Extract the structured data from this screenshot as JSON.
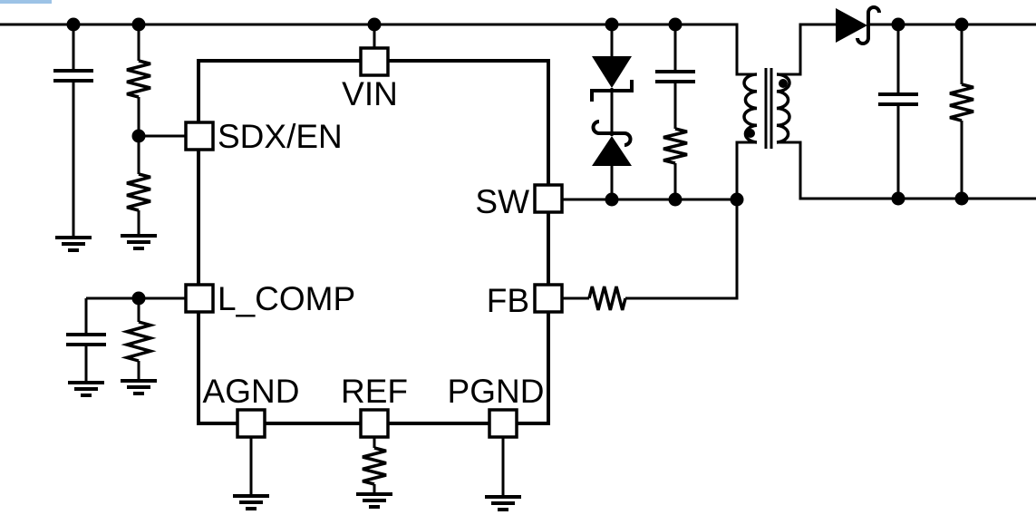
{
  "colors": {
    "wire": "#000000",
    "background": "#FFFFFF",
    "accent_bar": "#9DC3E6"
  },
  "ic": {
    "pins": {
      "vin": "VIN",
      "sdx_en": "SDX/EN",
      "l_comp": "L_COMP",
      "sw": "SW",
      "fb": "FB",
      "agnd": "AGND",
      "ref": "REF",
      "pgnd": "PGND"
    }
  },
  "components": [
    {
      "id": "input-capacitor",
      "type": "capacitor"
    },
    {
      "id": "enable-divider-resistor-top",
      "type": "resistor"
    },
    {
      "id": "enable-divider-resistor-bottom",
      "type": "resistor"
    },
    {
      "id": "lcomp-capacitor",
      "type": "capacitor"
    },
    {
      "id": "lcomp-resistor",
      "type": "resistor"
    },
    {
      "id": "ref-resistor",
      "type": "resistor"
    },
    {
      "id": "clamp-zener-diode",
      "type": "zener-diode"
    },
    {
      "id": "clamp-schottky-diode",
      "type": "schottky-diode"
    },
    {
      "id": "snubber-capacitor",
      "type": "capacitor"
    },
    {
      "id": "snubber-resistor",
      "type": "resistor"
    },
    {
      "id": "feedback-resistor",
      "type": "resistor"
    },
    {
      "id": "flyback-transformer",
      "type": "transformer"
    },
    {
      "id": "output-rectifier-diode",
      "type": "schottky-diode"
    },
    {
      "id": "output-capacitor",
      "type": "capacitor"
    },
    {
      "id": "output-load-resistor",
      "type": "resistor"
    }
  ]
}
